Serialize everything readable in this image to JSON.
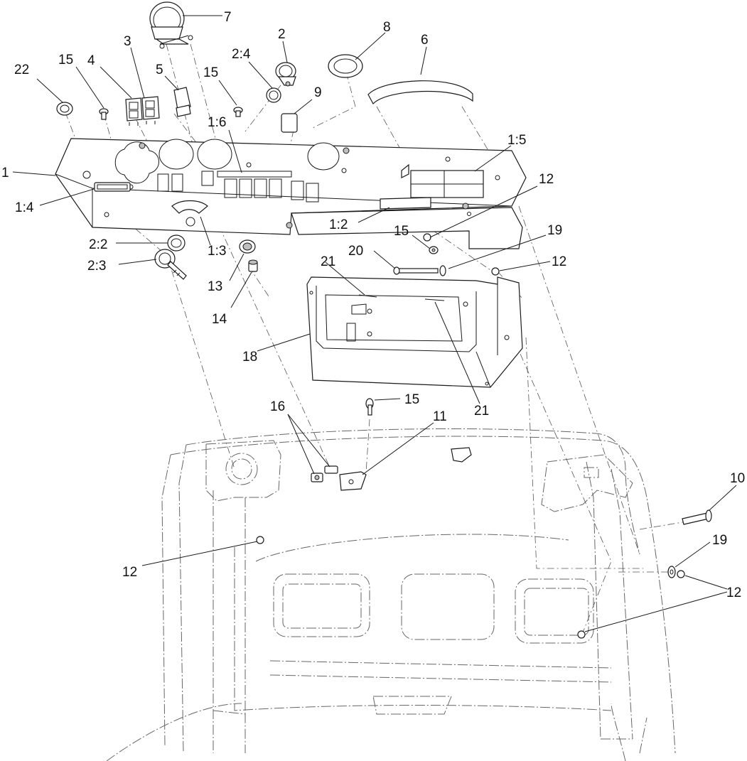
{
  "callouts": [
    {
      "id": "c7",
      "label": "7"
    },
    {
      "id": "c2",
      "label": "2"
    },
    {
      "id": "c8",
      "label": "8"
    },
    {
      "id": "c6",
      "label": "6"
    },
    {
      "id": "c24",
      "label": "2:4"
    },
    {
      "id": "c3",
      "label": "3"
    },
    {
      "id": "c22",
      "label": "22"
    },
    {
      "id": "c15a",
      "label": "15"
    },
    {
      "id": "c4",
      "label": "4"
    },
    {
      "id": "c5",
      "label": "5"
    },
    {
      "id": "c15b",
      "label": "15"
    },
    {
      "id": "c9",
      "label": "9"
    },
    {
      "id": "c16t",
      "label": "1:6"
    },
    {
      "id": "c15c",
      "label": "1:5"
    },
    {
      "id": "c1",
      "label": "1"
    },
    {
      "id": "c12a",
      "label": "12"
    },
    {
      "id": "c14t",
      "label": "1:4"
    },
    {
      "id": "c12t",
      "label": "1:2"
    },
    {
      "id": "c15d",
      "label": "15"
    },
    {
      "id": "c19a",
      "label": "19"
    },
    {
      "id": "c22b",
      "label": "2:2"
    },
    {
      "id": "c13t",
      "label": "1:3"
    },
    {
      "id": "c20",
      "label": "20"
    },
    {
      "id": "c12b",
      "label": "12"
    },
    {
      "id": "c21a",
      "label": "21"
    },
    {
      "id": "c23",
      "label": "2:3"
    },
    {
      "id": "c13",
      "label": "13"
    },
    {
      "id": "c14",
      "label": "14"
    },
    {
      "id": "c18",
      "label": "18"
    },
    {
      "id": "c21b",
      "label": "21"
    },
    {
      "id": "c15e",
      "label": "15"
    },
    {
      "id": "c16",
      "label": "16"
    },
    {
      "id": "c11",
      "label": "11"
    },
    {
      "id": "c10",
      "label": "10"
    },
    {
      "id": "c19b",
      "label": "19"
    },
    {
      "id": "c12c",
      "label": "12"
    },
    {
      "id": "c12d",
      "label": "12"
    }
  ]
}
